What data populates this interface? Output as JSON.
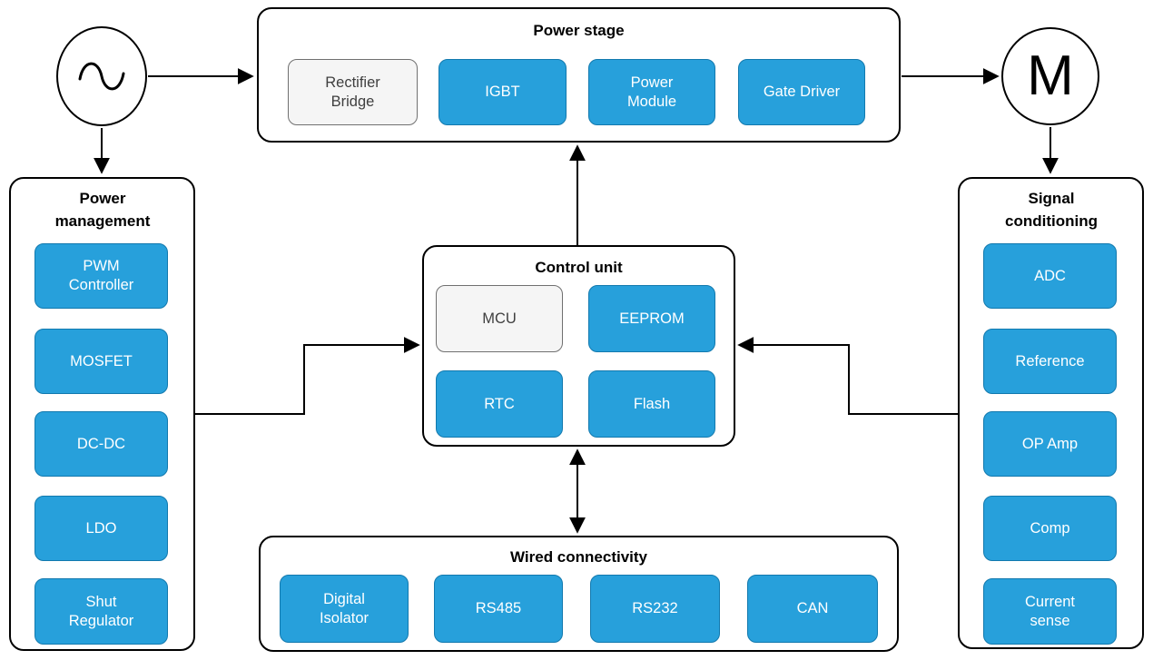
{
  "diagram": {
    "ac_source": {
      "icon": "sine-wave"
    },
    "motor": {
      "label": "M"
    },
    "power_stage": {
      "title": "Power stage",
      "items": [
        "Rectifier\nBridge",
        "IGBT",
        "Power\nModule",
        "Gate Driver"
      ]
    },
    "power_management": {
      "title": "Power\nmanagement",
      "items": [
        "PWM\nController",
        "MOSFET",
        "DC-DC",
        "LDO",
        "Shut\nRegulator"
      ]
    },
    "control_unit": {
      "title": "Control unit",
      "items": [
        "MCU",
        "EEPROM",
        "RTC",
        "Flash"
      ]
    },
    "wired_connectivity": {
      "title": "Wired connectivity",
      "items": [
        "Digital\nIsolator",
        "RS485",
        "RS232",
        "CAN"
      ]
    },
    "signal_conditioning": {
      "title": "Signal\nconditioning",
      "items": [
        "ADC",
        "Reference",
        "OP Amp",
        "Comp",
        "Current\nsense"
      ]
    },
    "colors": {
      "module_fill": "#27A0DB",
      "module_border": "#1279AE",
      "passive_fill": "#F5F5F5",
      "passive_border": "#707070",
      "outline": "#000000",
      "background": "#FFFFFF"
    }
  }
}
